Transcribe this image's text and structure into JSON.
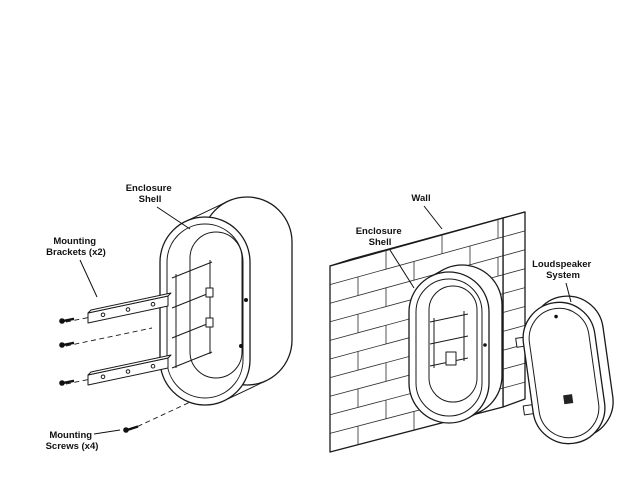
{
  "diagram": {
    "background": "#ffffff",
    "line_color": "#1a1a1a",
    "labels": {
      "left_enclosure_shell": [
        "Enclosure",
        "Shell"
      ],
      "mounting_brackets": [
        "Mounting",
        "Brackets (x2)"
      ],
      "mounting_screws": [
        "Mounting",
        "Screws (x4)"
      ],
      "wall": [
        "Wall"
      ],
      "right_enclosure_shell": [
        "Enclosure",
        "Shell"
      ],
      "loudspeaker_system": [
        "Loudspeaker",
        "System"
      ]
    }
  }
}
